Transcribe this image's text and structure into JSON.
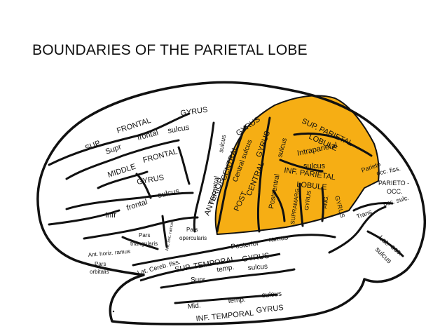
{
  "title": "BOUNDARIES OF THE PARIETAL LOBE",
  "colors": {
    "parietal_fill": "#f6ae14",
    "outline": "#111111",
    "background": "#ffffff"
  },
  "labels": {
    "gyrus_top": "GYRUS",
    "frontal": "FRONTAL",
    "sup": "SUP",
    "sulcus_sup": "sulcus",
    "frontal_sup": "frontal",
    "supr": "Supr",
    "frontal_mid": "FRONTAL",
    "middle": "MIDDLE",
    "gyrus_mid": "GYRUS",
    "sulcus_inf": "sulcus",
    "frontal_inf": "frontal",
    "infr": "Infr",
    "precentral_sulcus": "sulcus",
    "precentral": "Precentral",
    "anterior": "ANTERIOR",
    "central": "CENTRAL",
    "central_gyrus": "GYRUS",
    "central_sulcus": "Central sulcus",
    "post": "POST",
    "post_central": "CENTRAL",
    "post_gyrus": "GYRUS",
    "postcentral": "Postcentral",
    "sulcus_post": "sulcus",
    "sup_parietal": "SUP. PARIETAL",
    "lobule_sup": "LOBULE",
    "intraparietal": "Intraparietal",
    "inf_parietal": "INF. PARIETAL",
    "sulcus_intra": "sulcus",
    "lobule_inf": "LOBULE",
    "supramarg": "SUPRAMARG.",
    "gyrus_supramarg": "GYRUS",
    "ang": "ANG.",
    "gyrus_ang": "GYRUS",
    "parieto_occ": "Parieto",
    "occ_fiss": "occ. fiss.",
    "parieto_occ_caps": "PARIETO -",
    "occ_caps": "OCC.",
    "occ_sulc": "occ. sulc.",
    "trans": "Trans.",
    "lat": "Lat.",
    "occ": "occ.",
    "sulcus_occ": "sulcus",
    "pars_triangularis_1": "Pars",
    "pars_triangularis_2": "triangularis",
    "pars_opercularis_1": "Pars",
    "pars_opercularis_2": "opercularis",
    "ant_asc_ramus": "Ant. asc. ramus",
    "ant_horiz_ramus": "Ant. horiz. ramus",
    "pars_orbitalis_1": "Pars",
    "pars_orbitalis_2": "orbitalis",
    "lat_cereb_fiss": "Lat. Cereb. fiss.",
    "posterior": "Posterior",
    "ramus": "ramus",
    "sup_temporal": "SUP. TEMPORAL",
    "gyrus_temporal": "GYRUS",
    "temp": "temp.",
    "sulcus_temp": "sulcus",
    "supr_temp": "Supr",
    "mid": "Mid.",
    "temp_mid": "temp.",
    "sulcus_mid": "sulcus",
    "inf_temporal": "INF. TEMPORAL",
    "gyrus_inf": "GYRUS"
  }
}
